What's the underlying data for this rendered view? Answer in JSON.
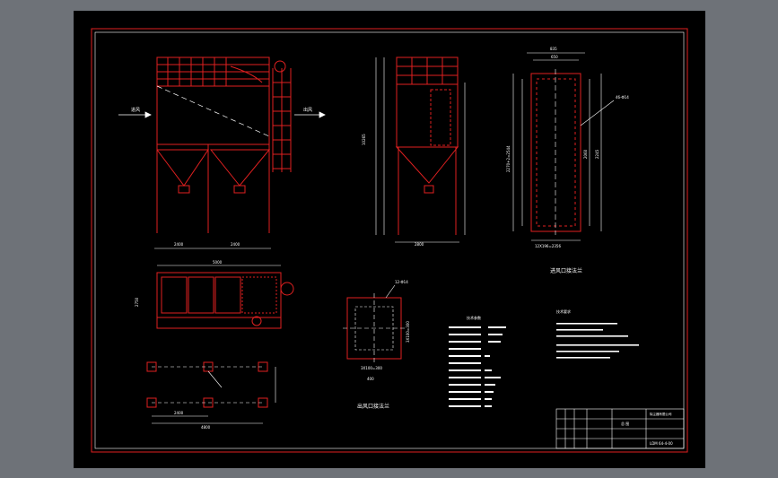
{
  "labels": {
    "inlet_label": "进风",
    "outlet_label": "出风",
    "inlet_flange_title": "进风口接法兰",
    "outlet_flange_title": "出风口接法兰",
    "inlet_flange_holes": "46-Φ14",
    "outlet_flange_holes": "12-Φ14",
    "tech_params_title": "技术参数",
    "tech_notes_title": "技术要求",
    "drawing_number": "LDM 64-4-00",
    "title_block_company": "除尘器有限公司",
    "title_block_name": "总 图"
  },
  "dims": {
    "front_hopper_left": "2400",
    "front_hopper_right": "2400",
    "side_base": "2800",
    "side_total_height": "10265",
    "plan_length": "5000",
    "plan_width": "2750",
    "foundation_span1": "2400",
    "foundation_total": "4800",
    "inlet_w_outer": "835",
    "inlet_w_inner": "650",
    "inlet_h_left": "2270+2=2544",
    "inlet_h_right": "2245",
    "inlet_h_inner": "2060",
    "inlet_bottom": "12X196=2356",
    "outlet_bottom": "3X100=300",
    "outlet_right": "3X100=300",
    "outlet_total": "400"
  },
  "colors": {
    "background": "#6e7278",
    "sheet": "#000000",
    "linework": "#e02020",
    "text": "#ffffff",
    "border": "#e02020"
  }
}
